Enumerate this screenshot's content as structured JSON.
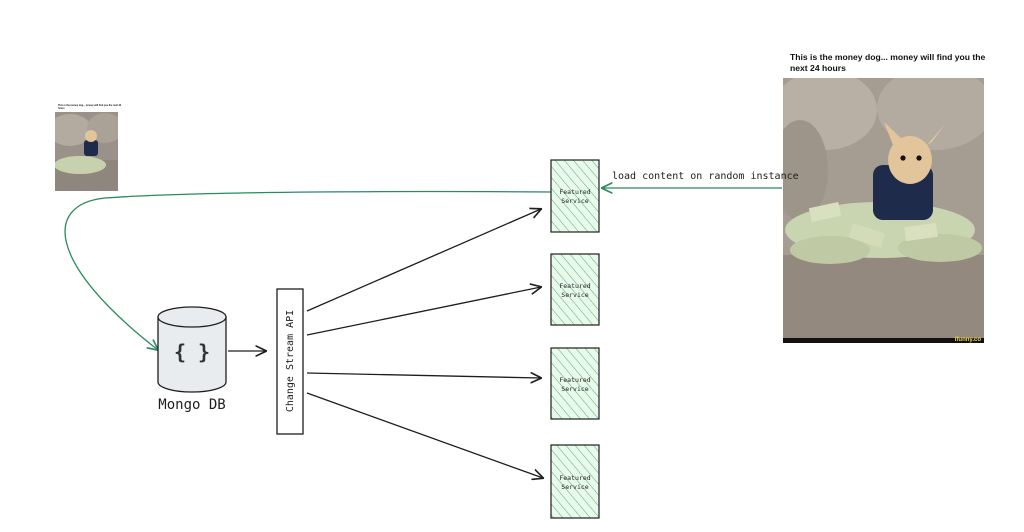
{
  "diagram": {
    "database_label": "Mongo DB",
    "database_icon_glyph": "{ }",
    "change_stream_label": "Change Stream API",
    "service_label_line1": "Featured",
    "service_label_line2": "Service",
    "load_content_label": "load content on random instance"
  },
  "meme": {
    "caption": "This is the money dog... money will find you the next 24 hours",
    "watermark": "ifunny.co"
  },
  "colors": {
    "stroke": "#1e1e1e",
    "service_fill": "#b2f2bb",
    "service_hatch": "#2f9e44",
    "load_arrow": "#2b8a5e",
    "database_fill": "#e9ecef",
    "photo_couch": "#a59c92",
    "photo_dog": "#e2c59a",
    "photo_money": "#c9d4b0",
    "photo_jersey": "#1f2b4a"
  }
}
